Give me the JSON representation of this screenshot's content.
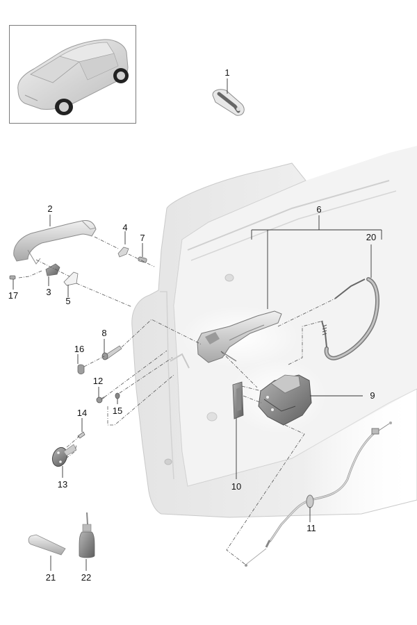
{
  "diagram": {
    "type": "exploded-parts-diagram",
    "subject": "Door handle and lock assembly",
    "thumbnail": {
      "description": "vehicle overview (rear 3/4 top view of SUV)"
    },
    "callouts": [
      {
        "id": "1",
        "label": "1",
        "part": "remote key"
      },
      {
        "id": "2",
        "label": "2",
        "part": "outer door handle"
      },
      {
        "id": "3",
        "label": "3",
        "part": "handle bracket insert"
      },
      {
        "id": "4",
        "label": "4",
        "part": "clip"
      },
      {
        "id": "5",
        "label": "5",
        "part": "handle cover / gasket"
      },
      {
        "id": "6",
        "label": "6",
        "part": "handle carrier assembly (group)"
      },
      {
        "id": "7",
        "label": "7",
        "part": "screw"
      },
      {
        "id": "8",
        "label": "8",
        "part": "bolt"
      },
      {
        "id": "9",
        "label": "9",
        "part": "door lock"
      },
      {
        "id": "10",
        "label": "10",
        "part": "cover plate"
      },
      {
        "id": "11",
        "label": "11",
        "part": "cable / wiring with grommet"
      },
      {
        "id": "12",
        "label": "12",
        "part": "screw"
      },
      {
        "id": "13",
        "label": "13",
        "part": "striker plate"
      },
      {
        "id": "14",
        "label": "14",
        "part": "screw"
      },
      {
        "id": "15",
        "label": "15",
        "part": "nut"
      },
      {
        "id": "16",
        "label": "16",
        "part": "cap"
      },
      {
        "id": "17",
        "label": "17",
        "part": "screw"
      },
      {
        "id": "20",
        "label": "20",
        "part": "bowden cable"
      },
      {
        "id": "21",
        "label": "21",
        "part": "grease tube"
      },
      {
        "id": "22",
        "label": "22",
        "part": "lubricant bottle"
      }
    ]
  }
}
